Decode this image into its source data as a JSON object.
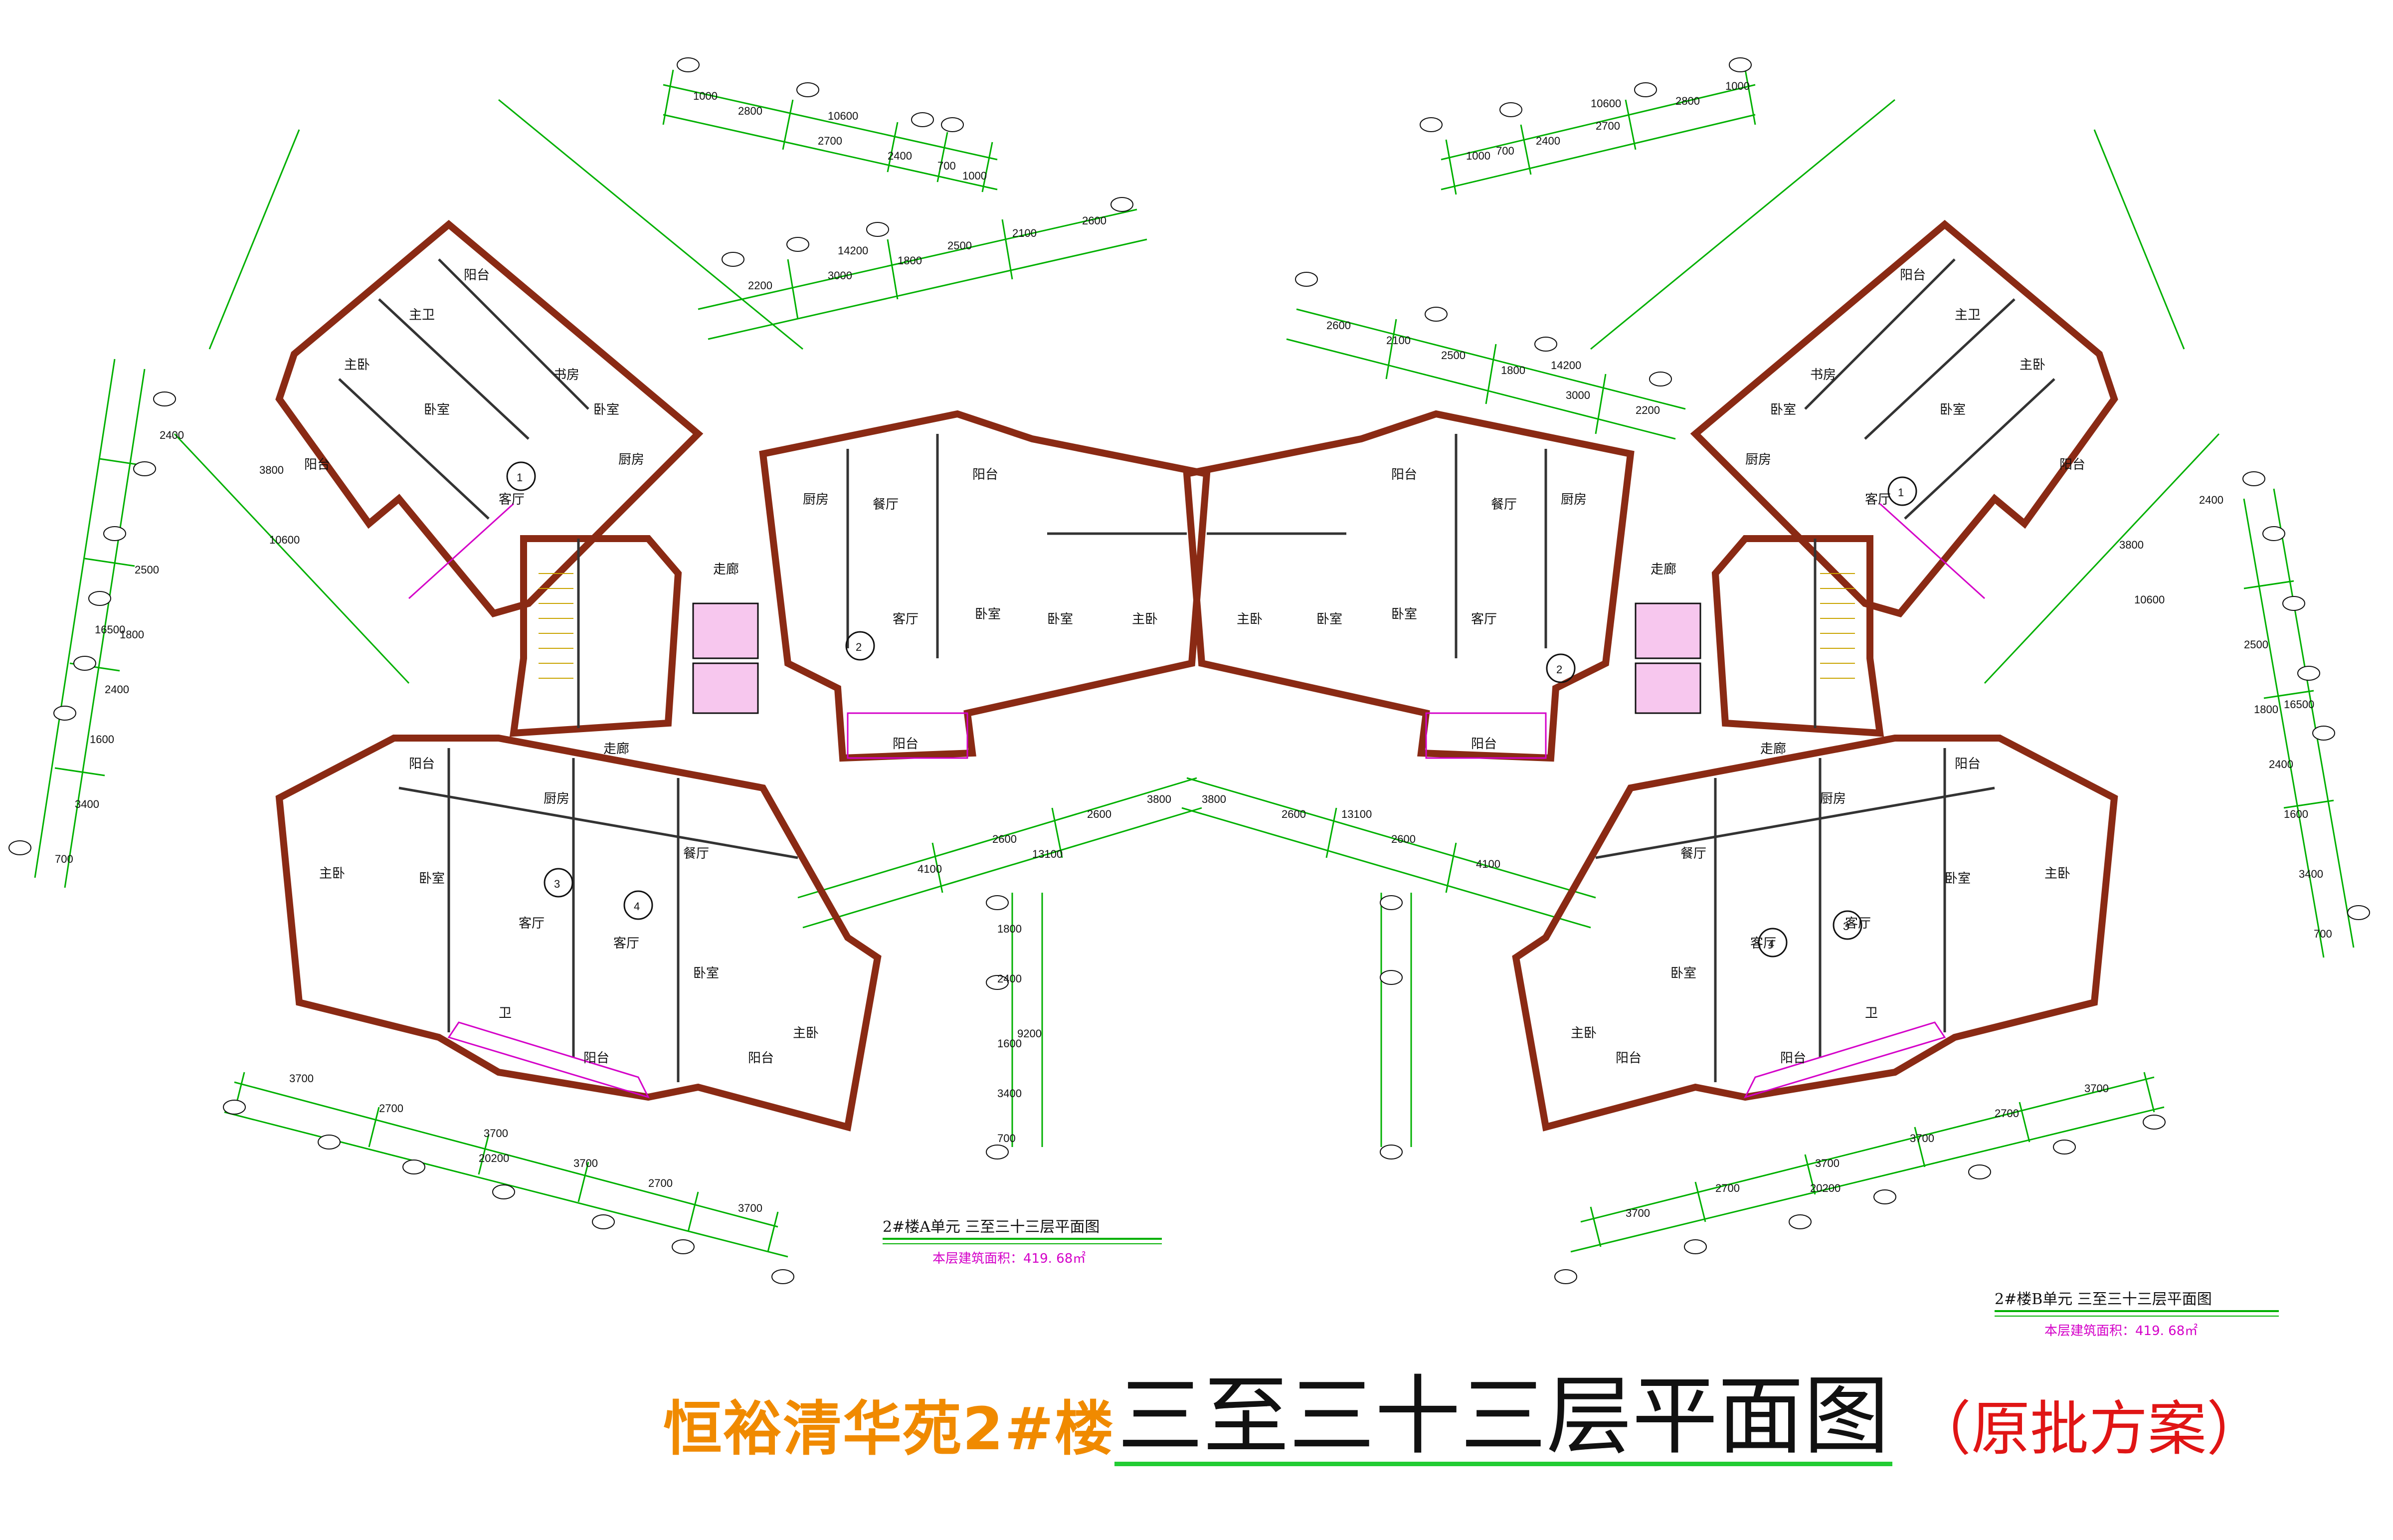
{
  "title": {
    "project": "恒裕清华苑2#楼",
    "main": "三至三十三层平面图",
    "note": "（原批方案）"
  },
  "subtitles": {
    "unit_a": "2#楼A单元 三至三十三层平面图",
    "unit_b": "2#楼B单元 三至三十三层平面图",
    "area_a": "本层建筑面积：419. 68㎡",
    "area_b": "本层建筑面积：419. 68㎡"
  },
  "room_labels": {
    "living": "客厅",
    "dining": "餐厅",
    "master": "主卧",
    "bedroom": "卧室",
    "kitchen": "厨房",
    "balcony": "阳台",
    "toilet": "卫",
    "study": "书房",
    "corridor": "走廊",
    "master_bath": "主卫"
  },
  "unit_numbers": [
    "1",
    "2",
    "3",
    "4"
  ],
  "dimensions": {
    "bottom_left": [
      "3700",
      "2700",
      "3700",
      "20200",
      "3700",
      "2700",
      "3700"
    ],
    "bottom_right": [
      "3700",
      "2700",
      "3700",
      "20200",
      "3700",
      "2700",
      "3700"
    ],
    "top_left": [
      "1000",
      "2800",
      "10600",
      "2700",
      "2400",
      "700",
      "1000"
    ],
    "top_right": [
      "1000",
      "700",
      "2400",
      "2700",
      "10600",
      "2800",
      "1000"
    ],
    "middle_left": [
      "2200",
      "14200",
      "3000",
      "1800",
      "2500",
      "2100",
      "2600"
    ],
    "middle_right": [
      "2600",
      "2100",
      "2500",
      "1800",
      "14200",
      "3000",
      "2200"
    ],
    "center_left": [
      "4100",
      "13100",
      "2600",
      "2600",
      "3800"
    ],
    "center_right": [
      "3800",
      "2600",
      "13100",
      "2600",
      "4100"
    ],
    "vertical_left": [
      "2400",
      "3800",
      "10600",
      "2500",
      "16500",
      "1800",
      "2400",
      "1600",
      "3400",
      "700"
    ],
    "vertical_right": [
      "2400",
      "3800",
      "10600",
      "2500",
      "16500",
      "1800",
      "2400",
      "1600",
      "3400",
      "700"
    ],
    "vertical_center": [
      "1800",
      "2400",
      "9200",
      "1600",
      "3400",
      "700"
    ]
  },
  "colors": {
    "wall": "#8a2a14",
    "dimension_line": "#00b000",
    "accent": "#d400c8",
    "title_project": "#f08a00",
    "title_note": "#e01515",
    "title_underline": "#22cc33"
  }
}
